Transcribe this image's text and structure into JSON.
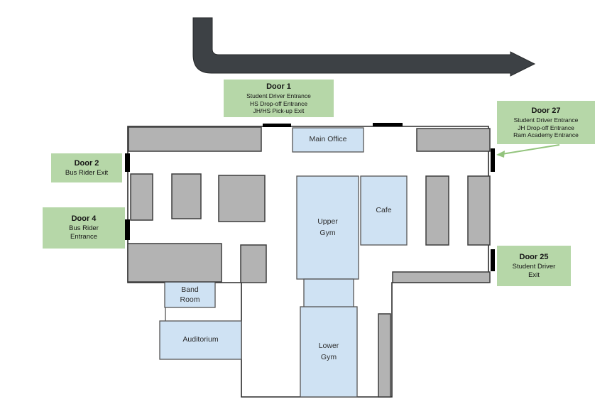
{
  "title": "School building map with door entrances and exits",
  "colors": {
    "background": "#ffffff",
    "road": "#3d4145",
    "wall": "#2b2b2b",
    "room_blue": "#cfe2f3",
    "block_gray": "#b3b3b3",
    "label_green": "#b6d7a8",
    "arrow_green": "#93c47d",
    "door_marker": "#000000"
  },
  "doors": {
    "door1": {
      "title": "Door 1",
      "lines": [
        "Student Driver Entrance",
        "HS Drop-off Entrance",
        "JH/HS Pick-up Exit"
      ]
    },
    "door2": {
      "title": "Door 2",
      "lines": [
        "Bus Rider Exit"
      ]
    },
    "door4": {
      "title": "Door 4",
      "lines": [
        "Bus Rider",
        "Entrance"
      ]
    },
    "door25": {
      "title": "Door 25",
      "lines": [
        "Student Driver",
        "Exit"
      ]
    },
    "door27": {
      "title": "Door 27",
      "lines": [
        "Student Driver Entrance",
        "JH Drop-off Entrance",
        "Ram Academy Entrance"
      ]
    }
  },
  "rooms": {
    "main_office": {
      "label": "Main Office"
    },
    "upper_gym": {
      "line1": "Upper",
      "line2": "Gym"
    },
    "cafe": {
      "label": "Cafe"
    },
    "band_room": {
      "line1": "Band",
      "line2": "Room"
    },
    "auditorium": {
      "label": "Auditorium"
    },
    "lower_gym": {
      "line1": "Lower",
      "line2": "Gym"
    }
  }
}
